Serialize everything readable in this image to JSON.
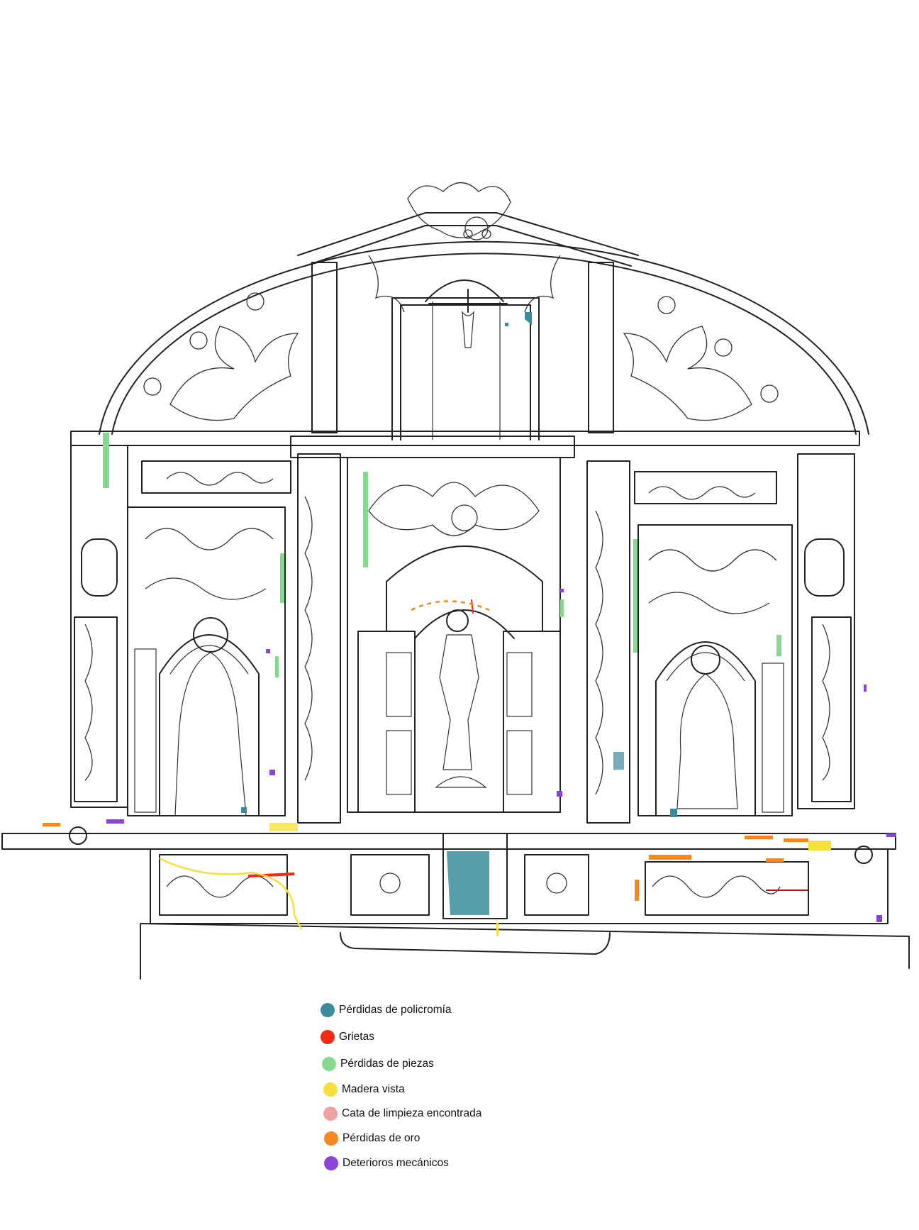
{
  "legend": {
    "items": [
      {
        "label": "Pérdidas de policromía",
        "color": "#3a8c9c"
      },
      {
        "label": "Grietas",
        "color": "#f02a14"
      },
      {
        "label": "Pérdidas de piezas",
        "color": "#86d98e"
      },
      {
        "label": "Madera vista",
        "color": "#f8e03a"
      },
      {
        "label": "Cata de limpieza encontrada",
        "color": "#f0a4a0"
      },
      {
        "label": "Pérdidas de oro",
        "color": "#f5881e"
      },
      {
        "label": "Deterioros mecánicos",
        "color": "#8c44d8"
      }
    ]
  }
}
